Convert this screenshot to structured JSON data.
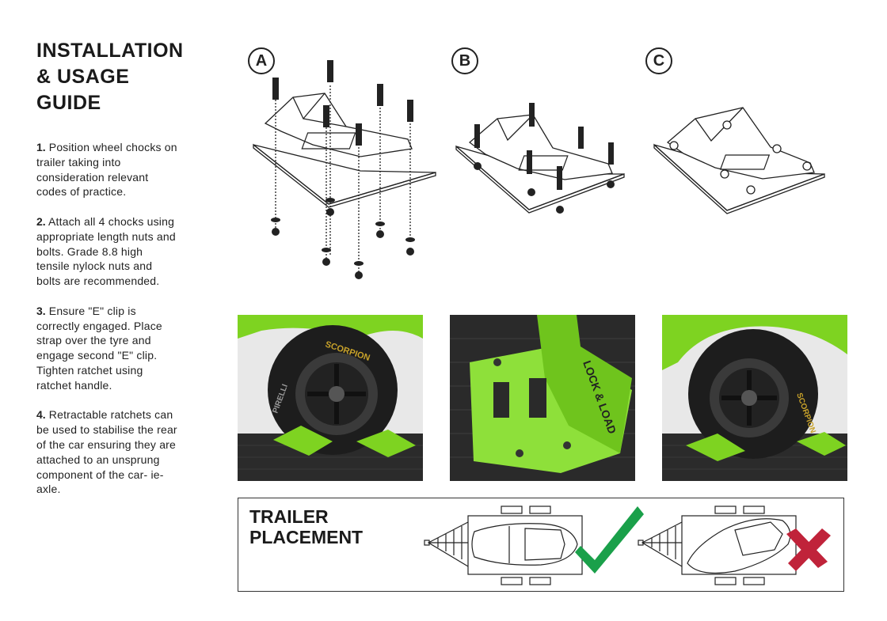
{
  "guide": {
    "title_line1": "INSTALLATION",
    "title_line2": "& USAGE",
    "title_line3": "GUIDE"
  },
  "steps": [
    {
      "num": "1.",
      "text": " Position wheel chocks on trailer taking into consideration relevant codes of practice."
    },
    {
      "num": "2.",
      "text": " Attach all 4 chocks using appropriate length nuts and bolts. Grade 8.8 high tensile nylock nuts and bolts are recommended."
    },
    {
      "num": "3.",
      "text": " Ensure \"E\" clip is correctly engaged. Place strap over the tyre and engage second \"E\" clip. Tighten ratchet using ratchet handle."
    },
    {
      "num": "4.",
      "text": " Retractable ratchets can be used to stabilise the rear of the car ensuring they are attached to an unsprung component of the car- ie- axle."
    }
  ],
  "diagrams": {
    "a_label": "A",
    "b_label": "B",
    "c_label": "C"
  },
  "photos": {
    "tyre_text_1": "SCORPION",
    "tyre_text_2": "PIRELLI",
    "brand_text": "LOCK & LOAD",
    "tyre_text_3": "SCORPION"
  },
  "placement": {
    "title_line1": "TRAILER",
    "title_line2": "PLACEMENT"
  },
  "colors": {
    "green": "#7ed321",
    "check_green": "#1aa04a",
    "cross_red": "#c0233a",
    "dark": "#1a1a1a"
  }
}
